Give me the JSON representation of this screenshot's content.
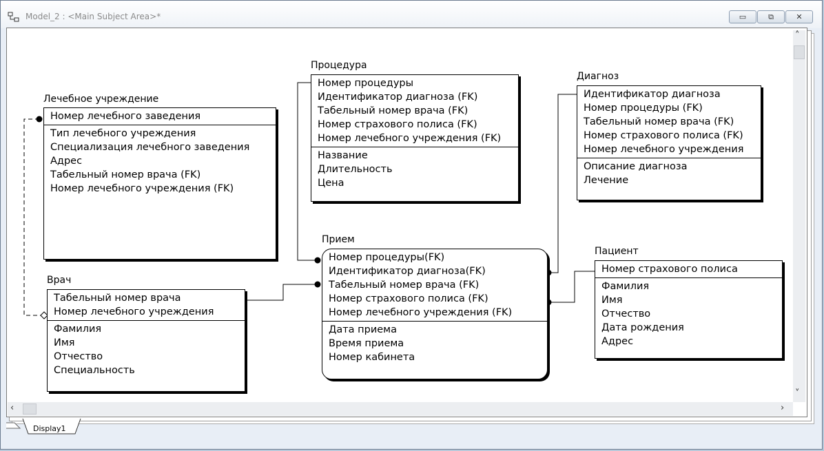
{
  "window": {
    "title": "Model_2 : <Main Subject Area>*",
    "buttons": {
      "minimize": "▭",
      "restore": "⧉",
      "close": "✕"
    }
  },
  "tab": {
    "label": "Display1"
  },
  "entities": {
    "institution": {
      "name": "Лечебное учреждение",
      "keys": [
        "Номер лечебного заведения"
      ],
      "attrs": [
        "Тип лечебного учреждения",
        "Специализация лечебного заведения",
        "Адрес",
        "Табельный номер врача (FK)",
        "Номер лечебного учреждения (FK)"
      ]
    },
    "doctor": {
      "name": "Врач",
      "keys": [
        "Табельный номер врача",
        "Номер лечебного учреждения"
      ],
      "attrs": [
        "Фамилия",
        "Имя",
        "Отчество",
        "Специальность"
      ]
    },
    "procedure": {
      "name": "Процедура",
      "keys": [
        "Номер процедуры",
        "Идентификатор диагноза (FK)",
        "Табельный номер врача (FK)",
        "Номер страхового полиса (FK)",
        "Номер лечебного учреждения (FK)"
      ],
      "attrs": [
        "Название",
        "Длительность",
        "Цена"
      ]
    },
    "appointment": {
      "name": "Прием",
      "keys": [
        "Номер процедуры(FK)",
        "Идентификатор диагноза(FK)",
        "Табельный номер врача (FK)",
        "Номер страхового полиса (FK)",
        "Номер лечебного учреждения (FK)"
      ],
      "attrs": [
        "Дата приема",
        "Время приема",
        "Номер кабинета"
      ]
    },
    "diagnosis": {
      "name": "Диагноз",
      "keys": [
        "Идентификатор диагноза",
        "Номер процедуры (FK)",
        "Табельный номер врача (FK)",
        "Номер страхового полиса (FK)",
        "Номер лечебного учреждения"
      ],
      "attrs": [
        "Описание диагноза",
        "Лечение"
      ]
    },
    "patient": {
      "name": "Пациент",
      "keys": [
        "Номер страхового полиса"
      ],
      "attrs": [
        "Фамилия",
        "Имя",
        "Отчество",
        "Дата рождения",
        "Адрес"
      ]
    }
  }
}
